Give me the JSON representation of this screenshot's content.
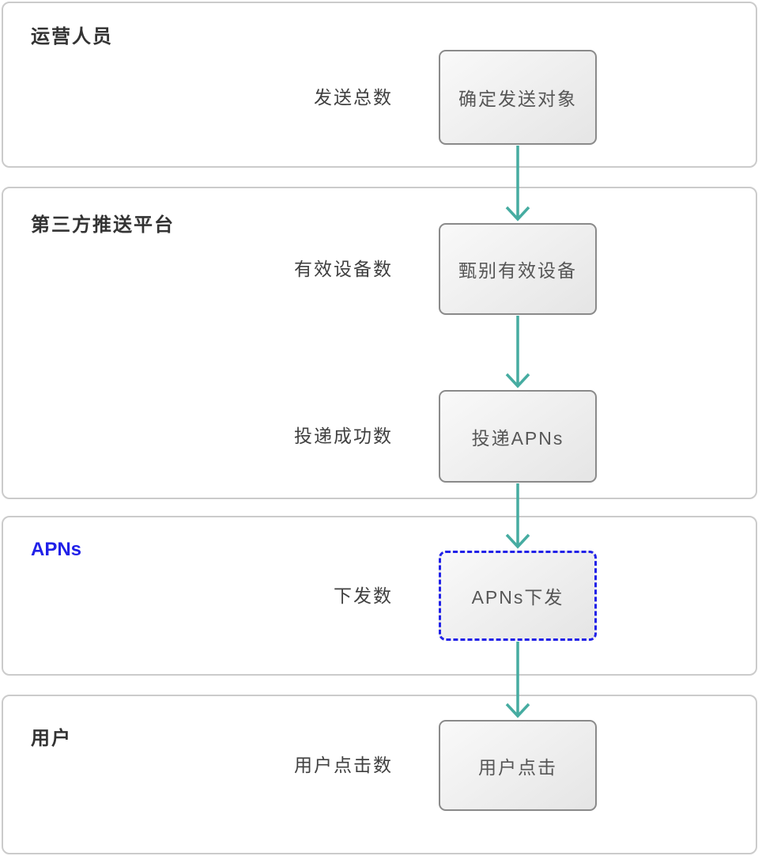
{
  "diagram": {
    "type": "flowchart-swimlane",
    "lanes": [
      {
        "id": "operations",
        "title": "运营人员"
      },
      {
        "id": "third-party-push-platform",
        "title": "第三方推送平台"
      },
      {
        "id": "apns",
        "title": "APNs",
        "highlight": true
      },
      {
        "id": "user",
        "title": "用户"
      }
    ],
    "steps": [
      {
        "lane": "运营人员",
        "metric_label": "发送总数",
        "node": "确定发送对象",
        "node_style": "solid"
      },
      {
        "lane": "第三方推送平台",
        "metric_label": "有效设备数",
        "node": "甄别有效设备",
        "node_style": "solid"
      },
      {
        "lane": "第三方推送平台",
        "metric_label": "投递成功数",
        "node": "投递APNs",
        "node_style": "solid"
      },
      {
        "lane": "APNs",
        "metric_label": "下发数",
        "node": "APNs下发",
        "node_style": "dashed-blue"
      },
      {
        "lane": "用户",
        "metric_label": "用户点击数",
        "node": "用户点击",
        "node_style": "solid"
      }
    ],
    "flow": [
      "确定发送对象 → 甄别有效设备",
      "甄别有效设备 → 投递APNs",
      "投递APNs → APNs下发",
      "APNs下发 → 用户点击"
    ]
  },
  "colors": {
    "arrow": "#46aca1",
    "lane_border": "#cbcbcb",
    "node_border": "#8a8a8a",
    "dashed_node_border": "#2121e8",
    "apns_title": "#2121e8",
    "title_text": "#333333",
    "label_text": "#404040",
    "node_text": "#565656"
  }
}
